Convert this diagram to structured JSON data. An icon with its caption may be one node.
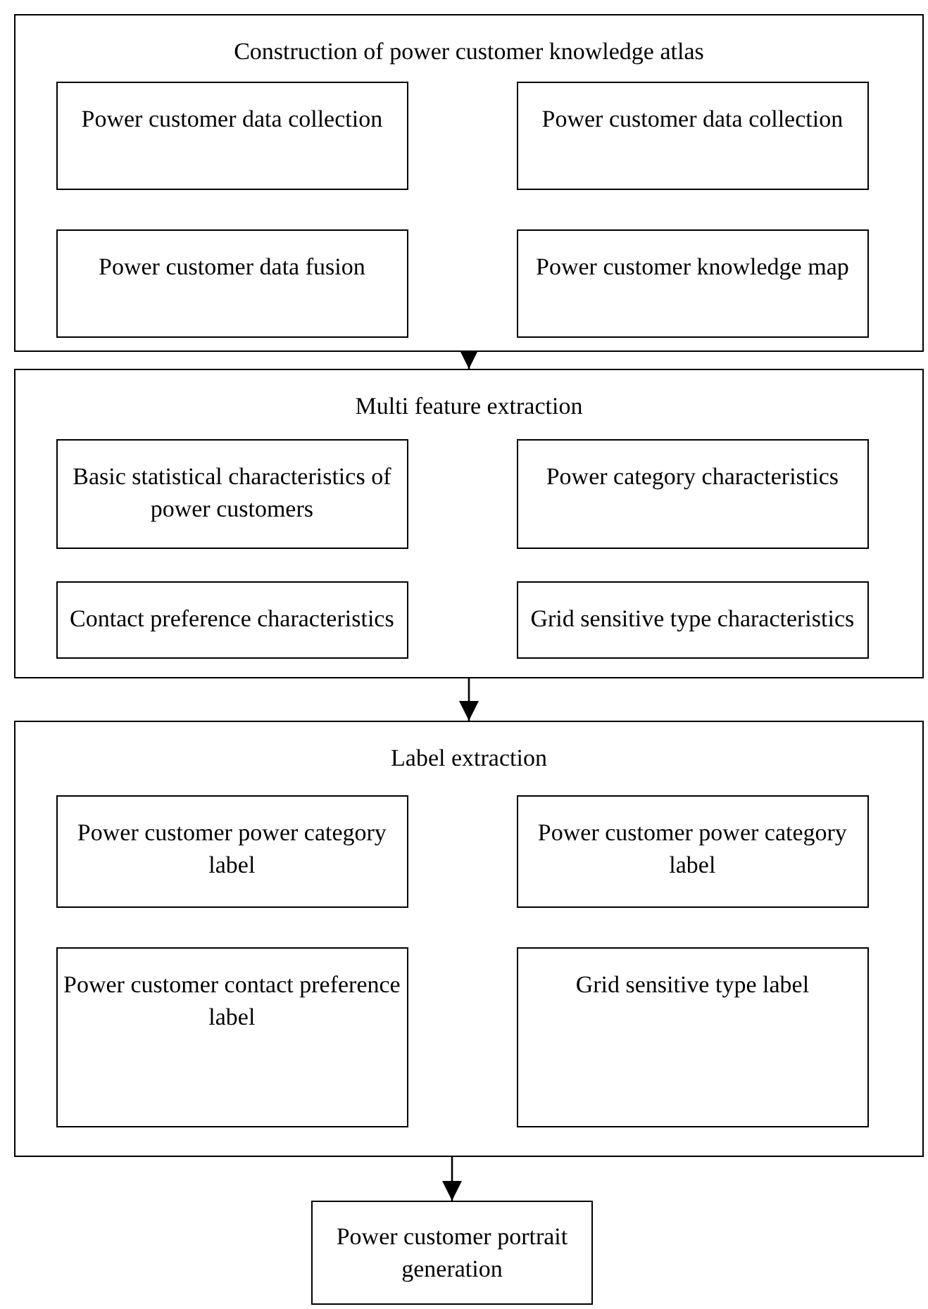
{
  "diagram": {
    "nodes": [
      {
        "text": [
          "Construction of power customer knowledge atlas"
        ]
      },
      {
        "text": [
          "Power customer data collection"
        ],
        "in": 0
      },
      {
        "text": [
          "Power customer data collection"
        ],
        "in": 0
      },
      {
        "text": [
          "Power customer data fusion"
        ],
        "in": 0
      },
      {
        "text": [
          "Power customer knowledge map"
        ],
        "in": 0
      },
      {
        "text": [
          "Multi feature extraction"
        ]
      },
      {
        "text": [
          "Basic statistical characteristics of power customers"
        ],
        "in": 5
      },
      {
        "text": [
          "Power category characteristics"
        ],
        "in": 5
      },
      {
        "text": [
          "Contact preference characteristics"
        ],
        "in": 5
      },
      {
        "text": [
          "Grid sensitive type characteristics"
        ],
        "in": 5
      },
      {
        "text": [
          "Label extraction"
        ]
      },
      {
        "text": [
          "Power customer power category label"
        ],
        "in": 10
      },
      {
        "text": [
          "Power customer power category label"
        ],
        "in": 10
      },
      {
        "text": [
          "Power customer contact preference label"
        ],
        "in": 10
      },
      {
        "text": [
          "Grid sensitive type label"
        ],
        "in": 10
      },
      {
        "text": [
          "Power customer portrait generation"
        ]
      }
    ],
    "edges": [
      {
        "from": 0,
        "to": 5,
        "arrow": "to"
      },
      {
        "from": 5,
        "to": 10,
        "arrow": "to"
      },
      {
        "from": 10,
        "to": 15,
        "arrow": "to"
      }
    ]
  }
}
